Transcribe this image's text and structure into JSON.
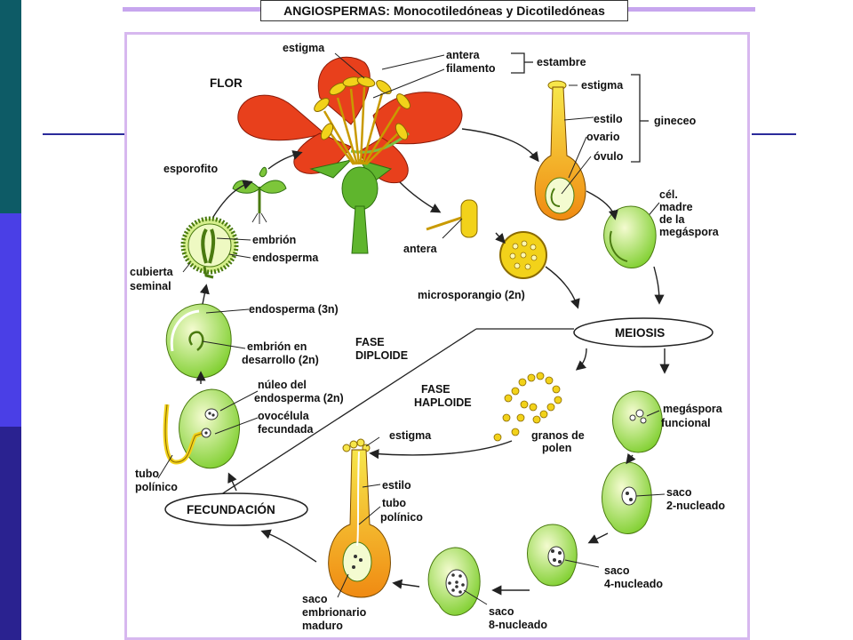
{
  "title": "ANGIOSPERMAS: Monocotiledóneas y Dicotiledóneas",
  "labels": {
    "estigma_flor": "estigma",
    "antera": "antera",
    "filamento": "filamento",
    "estambre": "estambre",
    "flor": "FLOR",
    "estigma_gineceo": "estigma",
    "estilo_gineceo": "estilo",
    "gineceo": "gineceo",
    "ovario": "ovario",
    "ovulo": "óvulo",
    "cel_madre_1": "cél.",
    "cel_madre_2": "madre",
    "cel_madre_3": "de    la",
    "cel_madre_4": "megáspora",
    "esporofito": "esporofito",
    "embrion": "embrión",
    "endosperma": "endosperma",
    "cubierta_1": "cubierta",
    "cubierta_2": "seminal",
    "antera_2": "antera",
    "microsporangio": "microsporangio (2n)",
    "meiosis": "MEIOSIS",
    "endosperma_3n": "endosperma (3n)",
    "embrion_des_1": "embrión en",
    "embrion_des_2": "desarrollo (2n)",
    "fase_diploide_1": "FASE",
    "fase_diploide_2": "DIPLOIDE",
    "fase_haploide_1": "FASE",
    "fase_haploide_2": "HAPLOIDE",
    "nucleo_1": "núleo del",
    "nucleo_2": "endosperma (2n)",
    "ovocelula_1": "ovocélula",
    "ovocelula_2": "fecundada",
    "megaspora_1": "megáspora",
    "megaspora_2": "funcional",
    "granos_1": "granos de",
    "granos_2": "polen",
    "estigma_saco": "estigma",
    "tubo_1": "tubo",
    "tubo_2": "polínico",
    "estilo_saco": "estilo",
    "tubo_b1": "tubo",
    "tubo_b2": "polínico",
    "fecundacion": "FECUNDACIÓN",
    "saco2_1": "saco",
    "saco2_2": "2-nucleado",
    "saco4_1": "saco",
    "saco4_2": "4-nucleado",
    "saco8_1": "saco",
    "saco8_2": "8-nucleado",
    "maduro_1": "saco",
    "maduro_2": "embrionario",
    "maduro_3": "maduro"
  },
  "colors": {
    "petal": "#e8401c",
    "anther": "#f2d21a",
    "green": "#7dc63a",
    "lightgreen": "#d6ef8c",
    "orange": "#f39a16",
    "teal_bar": "#0d5b66",
    "blue_bar": "#4a3fe6",
    "navy_bar": "#2a2290"
  }
}
